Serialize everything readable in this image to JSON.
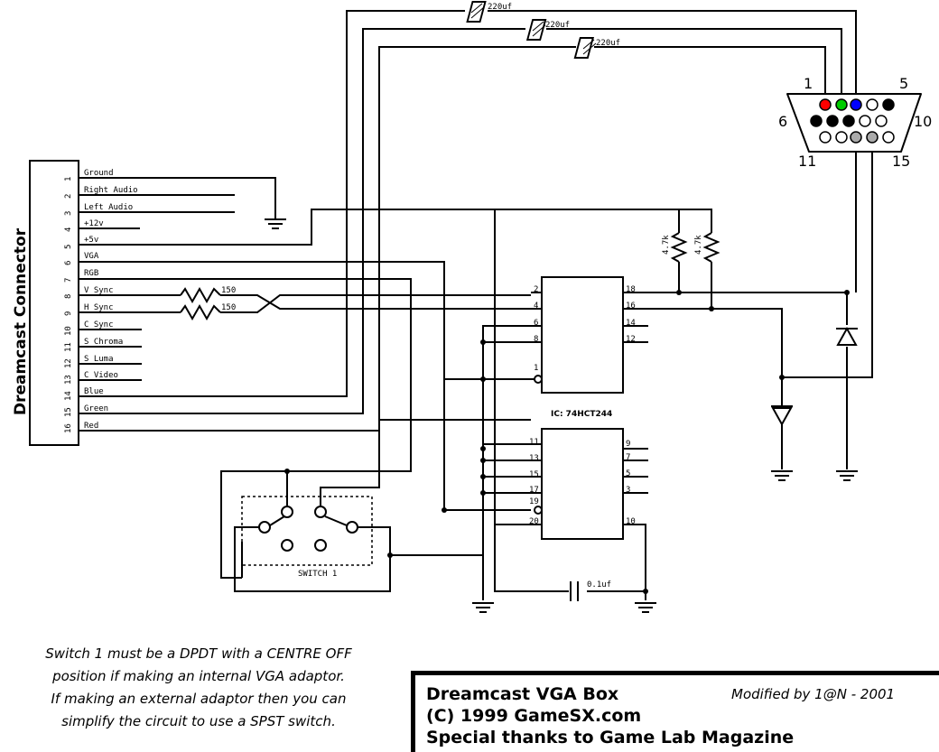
{
  "connector": {
    "title": "Dreamcast Connector",
    "pins": [
      {
        "num": "1",
        "label": "Ground"
      },
      {
        "num": "2",
        "label": "Right Audio"
      },
      {
        "num": "3",
        "label": "Left Audio"
      },
      {
        "num": "4",
        "label": "+12v"
      },
      {
        "num": "5",
        "label": "+5v"
      },
      {
        "num": "6",
        "label": "VGA"
      },
      {
        "num": "7",
        "label": "RGB"
      },
      {
        "num": "8",
        "label": "V Sync"
      },
      {
        "num": "9",
        "label": "H Sync"
      },
      {
        "num": "10",
        "label": "C Sync"
      },
      {
        "num": "11",
        "label": "S Chroma"
      },
      {
        "num": "12",
        "label": "S Luma"
      },
      {
        "num": "13",
        "label": "C Video"
      },
      {
        "num": "14",
        "label": "Blue"
      },
      {
        "num": "15",
        "label": "Green"
      },
      {
        "num": "16",
        "label": "Red"
      }
    ]
  },
  "components": {
    "cap_large": "220uf",
    "cap_small": "0.1uf",
    "resistor_150": "150",
    "resistor_pullup": "4.7k",
    "ic_label": "IC: 74HCT244",
    "switch_label": "SWITCH 1"
  },
  "ic_pins": {
    "upper_left": [
      "2",
      "4",
      "6",
      "8",
      "1"
    ],
    "upper_right": [
      "18",
      "16",
      "14",
      "12"
    ],
    "lower_left": [
      "11",
      "13",
      "15",
      "17",
      "19",
      "20"
    ],
    "lower_right": [
      "9",
      "7",
      "5",
      "3",
      "10"
    ]
  },
  "vga_port": {
    "pin_1": "1",
    "pin_5": "5",
    "pin_6": "6",
    "pin_10": "10",
    "pin_11": "11",
    "pin_15": "15",
    "pin_colors": {
      "red": "#ff0000",
      "green": "#00cc00",
      "blue": "#0000ff"
    }
  },
  "note": [
    "Switch 1 must be a DPDT with a CENTRE OFF",
    "position if making an internal VGA adaptor.",
    "If making an external adaptor then you can",
    "simplify the circuit to use a SPST switch."
  ],
  "title": {
    "line1": "Dreamcast VGA Box",
    "modified": "Modified by 1@N - 2001",
    "line2": "(C) 1999 GameSX.com",
    "line3": "Special thanks to Game Lab Magazine"
  }
}
